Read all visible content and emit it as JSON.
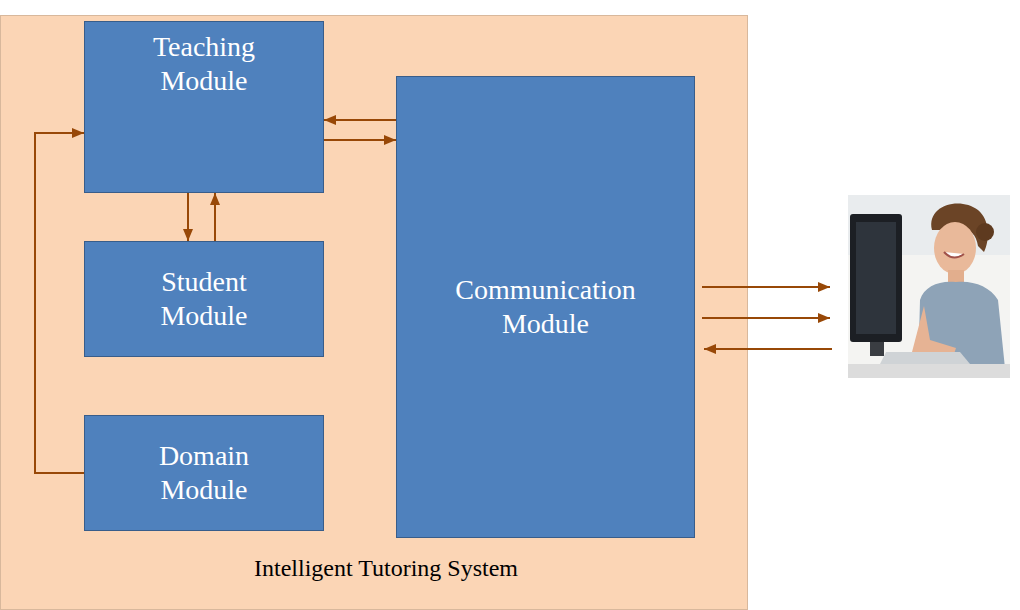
{
  "diagram": {
    "nodes": [
      {
        "text": [
          "Intelligent Tutoring System"
        ]
      },
      {
        "text": [
          "Teaching Module"
        ],
        "in": 0
      },
      {
        "text": [
          "Student Module"
        ],
        "in": 0
      },
      {
        "text": [
          "Domain Module"
        ],
        "in": 0
      },
      {
        "text": [
          "Communication Module"
        ],
        "in": 0
      }
    ],
    "edges": [
      {
        "from": 4,
        "to": 1,
        "arrow": "to"
      },
      {
        "from": 1,
        "to": 4,
        "arrow": "to"
      },
      {
        "from": 1,
        "to": 2,
        "arrow": "to"
      },
      {
        "from": 2,
        "to": 1,
        "arrow": "to"
      },
      {
        "from": 3,
        "to": 1,
        "arrow": "to"
      }
    ]
  }
}
